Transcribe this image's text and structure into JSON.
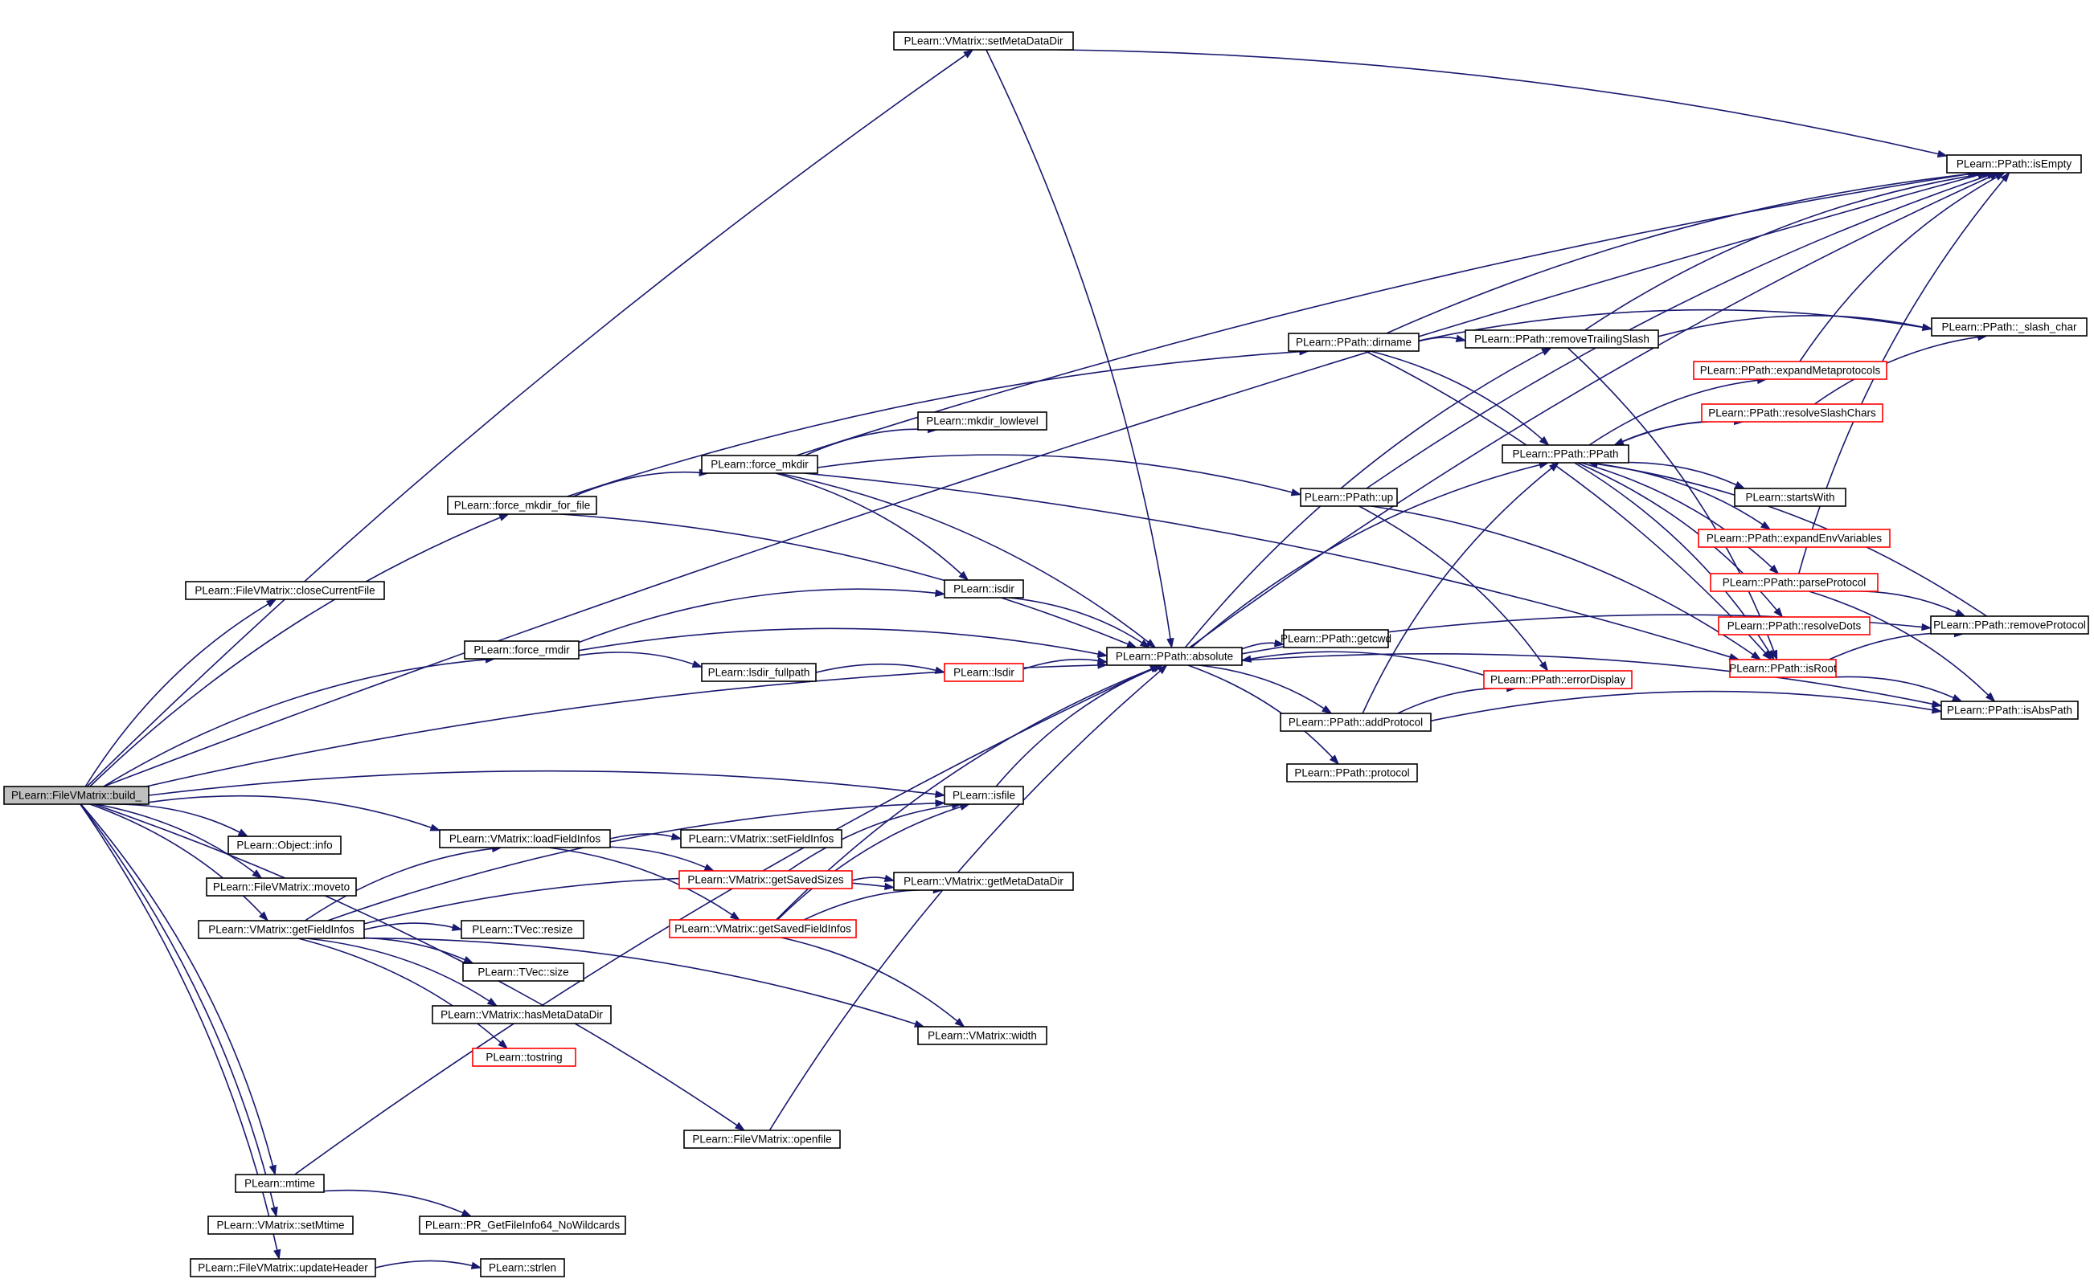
{
  "graph": {
    "edge_color": "#191970",
    "root_fill": "#bfbfbf",
    "truncated_border_color": "#ff0000",
    "nodes": [
      {
        "id": "build",
        "label": "PLearn::FileVMatrix::build_",
        "kind": "root"
      },
      {
        "id": "setMetaDataDir",
        "label": "PLearn::VMatrix::setMetaDataDir"
      },
      {
        "id": "isEmpty",
        "label": "PLearn::PPath::isEmpty"
      },
      {
        "id": "slash_char",
        "label": "PLearn::PPath::_slash_char"
      },
      {
        "id": "dirname",
        "label": "PLearn::PPath::dirname"
      },
      {
        "id": "removeTrailingSlash",
        "label": "PLearn::PPath::removeTrailingSlash"
      },
      {
        "id": "expandMetaprotocols",
        "label": "PLearn::PPath::expandMetaprotocols",
        "kind": "truncated"
      },
      {
        "id": "resolveSlashChars",
        "label": "PLearn::PPath::resolveSlashChars",
        "kind": "truncated"
      },
      {
        "id": "mkdir_lowlevel",
        "label": "PLearn::mkdir_lowlevel"
      },
      {
        "id": "PPath",
        "label": "PLearn::PPath::PPath"
      },
      {
        "id": "force_mkdir",
        "label": "PLearn::force_mkdir"
      },
      {
        "id": "up",
        "label": "PLearn::PPath::up"
      },
      {
        "id": "startsWith",
        "label": "PLearn::startsWith"
      },
      {
        "id": "force_mkdir_for_file",
        "label": "PLearn::force_mkdir_for_file"
      },
      {
        "id": "expandEnvVariables",
        "label": "PLearn::PPath::expandEnvVariables",
        "kind": "truncated"
      },
      {
        "id": "closeCurrentFile",
        "label": "PLearn::FileVMatrix::closeCurrentFile"
      },
      {
        "id": "parseProtocol",
        "label": "PLearn::PPath::parseProtocol",
        "kind": "truncated"
      },
      {
        "id": "isdir",
        "label": "PLearn::isdir"
      },
      {
        "id": "resolveDots",
        "label": "PLearn::PPath::resolveDots",
        "kind": "truncated"
      },
      {
        "id": "removeProtocol",
        "label": "PLearn::PPath::removeProtocol"
      },
      {
        "id": "getcwd",
        "label": "PLearn::PPath::getcwd"
      },
      {
        "id": "force_rmdir",
        "label": "PLearn::force_rmdir"
      },
      {
        "id": "absolute",
        "label": "PLearn::PPath::absolute"
      },
      {
        "id": "isRoot",
        "label": "PLearn::PPath::isRoot",
        "kind": "truncated"
      },
      {
        "id": "lsdir_fullpath",
        "label": "PLearn::lsdir_fullpath"
      },
      {
        "id": "lsdir",
        "label": "PLearn::lsdir",
        "kind": "truncated"
      },
      {
        "id": "errorDisplay",
        "label": "PLearn::PPath::errorDisplay",
        "kind": "truncated"
      },
      {
        "id": "isAbsPath",
        "label": "PLearn::PPath::isAbsPath"
      },
      {
        "id": "addProtocol",
        "label": "PLearn::PPath::addProtocol"
      },
      {
        "id": "protocol",
        "label": "PLearn::PPath::protocol"
      },
      {
        "id": "isfile",
        "label": "PLearn::isfile"
      },
      {
        "id": "loadFieldInfos",
        "label": "PLearn::VMatrix::loadFieldInfos"
      },
      {
        "id": "setFieldInfos",
        "label": "PLearn::VMatrix::setFieldInfos"
      },
      {
        "id": "object_info",
        "label": "PLearn::Object::info"
      },
      {
        "id": "getSavedSizes",
        "label": "PLearn::VMatrix::getSavedSizes",
        "kind": "truncated"
      },
      {
        "id": "getMetaDataDir",
        "label": "PLearn::VMatrix::getMetaDataDir"
      },
      {
        "id": "moveto",
        "label": "PLearn::FileVMatrix::moveto"
      },
      {
        "id": "getFieldInfos",
        "label": "PLearn::VMatrix::getFieldInfos"
      },
      {
        "id": "getSavedFieldInfos",
        "label": "PLearn::VMatrix::getSavedFieldInfos",
        "kind": "truncated"
      },
      {
        "id": "resize",
        "label": "PLearn::TVec::resize"
      },
      {
        "id": "size",
        "label": "PLearn::TVec::size"
      },
      {
        "id": "hasMetaDataDir",
        "label": "PLearn::VMatrix::hasMetaDataDir"
      },
      {
        "id": "width",
        "label": "PLearn::VMatrix::width"
      },
      {
        "id": "tostring",
        "label": "PLearn::tostring",
        "kind": "truncated"
      },
      {
        "id": "openfile",
        "label": "PLearn::FileVMatrix::openfile"
      },
      {
        "id": "mtime",
        "label": "PLearn::mtime"
      },
      {
        "id": "setMtime",
        "label": "PLearn::VMatrix::setMtime"
      },
      {
        "id": "PR_GetFileInfo64",
        "label": "PLearn::PR_GetFileInfo64_NoWildcards"
      },
      {
        "id": "updateHeader",
        "label": "PLearn::FileVMatrix::updateHeader"
      },
      {
        "id": "strlen",
        "label": "PLearn::strlen"
      }
    ],
    "edges": [
      [
        "build",
        "setMetaDataDir"
      ],
      [
        "build",
        "isEmpty"
      ],
      [
        "build",
        "closeCurrentFile"
      ],
      [
        "build",
        "force_mkdir_for_file"
      ],
      [
        "build",
        "force_rmdir"
      ],
      [
        "build",
        "absolute"
      ],
      [
        "build",
        "isfile"
      ],
      [
        "build",
        "loadFieldInfos"
      ],
      [
        "build",
        "object_info"
      ],
      [
        "build",
        "moveto"
      ],
      [
        "build",
        "getFieldInfos"
      ],
      [
        "build",
        "openfile"
      ],
      [
        "build",
        "mtime"
      ],
      [
        "build",
        "setMtime"
      ],
      [
        "build",
        "updateHeader"
      ],
      [
        "setMetaDataDir",
        "isEmpty"
      ],
      [
        "setMetaDataDir",
        "absolute"
      ],
      [
        "force_mkdir_for_file",
        "dirname"
      ],
      [
        "force_mkdir_for_file",
        "force_mkdir"
      ],
      [
        "force_mkdir_for_file",
        "absolute"
      ],
      [
        "force_mkdir",
        "isEmpty"
      ],
      [
        "force_mkdir",
        "mkdir_lowlevel"
      ],
      [
        "force_mkdir",
        "up"
      ],
      [
        "force_mkdir",
        "isdir"
      ],
      [
        "force_mkdir",
        "absolute"
      ],
      [
        "force_mkdir",
        "isRoot"
      ],
      [
        "force_rmdir",
        "isdir"
      ],
      [
        "force_rmdir",
        "absolute"
      ],
      [
        "force_rmdir",
        "lsdir_fullpath"
      ],
      [
        "lsdir_fullpath",
        "lsdir"
      ],
      [
        "lsdir",
        "absolute"
      ],
      [
        "isdir",
        "absolute"
      ],
      [
        "isfile",
        "absolute"
      ],
      [
        "absolute",
        "isEmpty"
      ],
      [
        "absolute",
        "removeTrailingSlash"
      ],
      [
        "absolute",
        "PPath"
      ],
      [
        "absolute",
        "getcwd"
      ],
      [
        "absolute",
        "addProtocol"
      ],
      [
        "absolute",
        "protocol"
      ],
      [
        "absolute",
        "isAbsPath"
      ],
      [
        "absolute",
        "removeProtocol"
      ],
      [
        "dirname",
        "isEmpty"
      ],
      [
        "dirname",
        "slash_char"
      ],
      [
        "dirname",
        "removeTrailingSlash"
      ],
      [
        "dirname",
        "PPath"
      ],
      [
        "dirname",
        "isRoot"
      ],
      [
        "removeTrailingSlash",
        "isEmpty"
      ],
      [
        "removeTrailingSlash",
        "slash_char"
      ],
      [
        "removeTrailingSlash",
        "isRoot"
      ],
      [
        "PPath",
        "expandMetaprotocols"
      ],
      [
        "PPath",
        "resolveSlashChars"
      ],
      [
        "PPath",
        "startsWith"
      ],
      [
        "PPath",
        "expandEnvVariables"
      ],
      [
        "PPath",
        "parseProtocol"
      ],
      [
        "PPath",
        "resolveDots"
      ],
      [
        "PPath",
        "isRoot"
      ],
      [
        "expandMetaprotocols",
        "isEmpty"
      ],
      [
        "resolveSlashChars",
        "slash_char"
      ],
      [
        "resolveSlashChars",
        "PPath"
      ],
      [
        "parseProtocol",
        "isEmpty"
      ],
      [
        "parseProtocol",
        "removeProtocol"
      ],
      [
        "parseProtocol",
        "isAbsPath"
      ],
      [
        "removeProtocol",
        "PPath"
      ],
      [
        "isRoot",
        "removeProtocol"
      ],
      [
        "isRoot",
        "isAbsPath"
      ],
      [
        "up",
        "isEmpty"
      ],
      [
        "up",
        "isRoot"
      ],
      [
        "up",
        "errorDisplay"
      ],
      [
        "errorDisplay",
        "absolute"
      ],
      [
        "addProtocol",
        "PPath"
      ],
      [
        "addProtocol",
        "errorDisplay"
      ],
      [
        "addProtocol",
        "isAbsPath"
      ],
      [
        "loadFieldInfos",
        "setFieldInfos"
      ],
      [
        "loadFieldInfos",
        "getSavedSizes"
      ],
      [
        "loadFieldInfos",
        "getSavedFieldInfos"
      ],
      [
        "getSavedSizes",
        "isfile"
      ],
      [
        "getSavedSizes",
        "getMetaDataDir"
      ],
      [
        "getSavedFieldInfos",
        "isfile"
      ],
      [
        "getSavedFieldInfos",
        "getMetaDataDir"
      ],
      [
        "getSavedFieldInfos",
        "absolute"
      ],
      [
        "getSavedFieldInfos",
        "width"
      ],
      [
        "getFieldInfos",
        "isfile"
      ],
      [
        "getFieldInfos",
        "loadFieldInfos"
      ],
      [
        "getFieldInfos",
        "getMetaDataDir"
      ],
      [
        "getFieldInfos",
        "resize"
      ],
      [
        "getFieldInfos",
        "size"
      ],
      [
        "getFieldInfos",
        "hasMetaDataDir"
      ],
      [
        "getFieldInfos",
        "tostring"
      ],
      [
        "getFieldInfos",
        "width"
      ],
      [
        "openfile",
        "absolute"
      ],
      [
        "mtime",
        "absolute"
      ],
      [
        "mtime",
        "PR_GetFileInfo64"
      ],
      [
        "updateHeader",
        "strlen"
      ]
    ]
  }
}
